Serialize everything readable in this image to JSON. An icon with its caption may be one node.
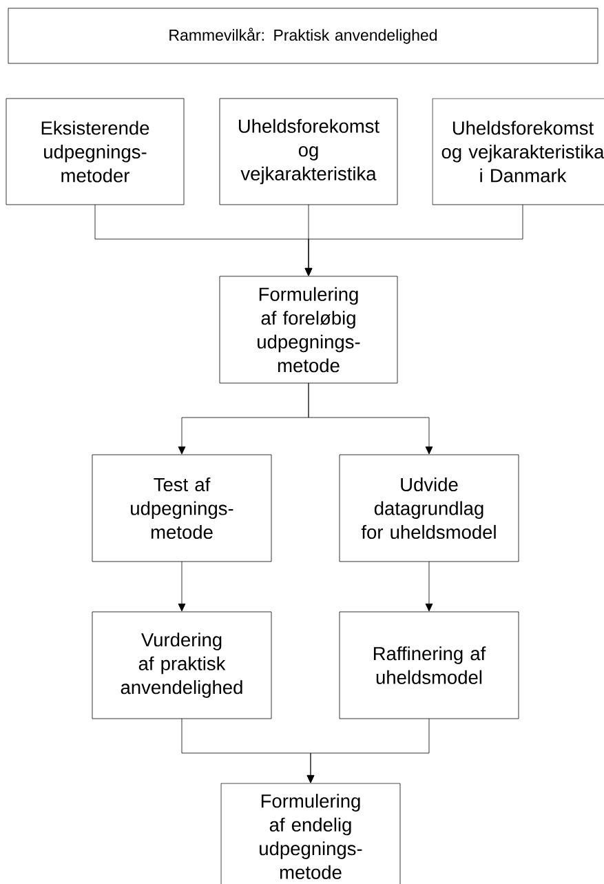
{
  "diagram": {
    "nodes": [
      {
        "text": [
          "Rammevilkår: Praktisk anvendelighed"
        ]
      },
      {
        "text": [
          "Eksisterende udpegnings-metoder"
        ]
      },
      {
        "text": [
          "Uheldsforekomst og vejkarakteristika"
        ]
      },
      {
        "text": [
          "Uheldsforekomst og vejkarakteristika i Danmark"
        ]
      },
      {
        "text": [
          "Formulering af foreløbig udpegnings-metode"
        ]
      },
      {
        "text": [
          "Test af udpegnings-metode"
        ]
      },
      {
        "text": [
          "Udvide datagrundlag for uheldsmodel"
        ]
      },
      {
        "text": [
          "Vurdering af praktisk anvendelighed"
        ]
      },
      {
        "text": [
          "Raffinering af uheldsmodel"
        ]
      },
      {
        "text": [
          "Formulering af endelig udpegnings-metode"
        ]
      }
    ],
    "edges": [
      {
        "from": 1,
        "to": 4,
        "arrow": "to"
      },
      {
        "from": 2,
        "to": 4,
        "arrow": "to"
      },
      {
        "from": 3,
        "to": 4,
        "arrow": "to"
      },
      {
        "from": 4,
        "to": 5,
        "arrow": "to"
      },
      {
        "from": 4,
        "to": 6,
        "arrow": "to"
      },
      {
        "from": 5,
        "to": 7,
        "arrow": "to"
      },
      {
        "from": 6,
        "to": 8,
        "arrow": "to"
      },
      {
        "from": 7,
        "to": 9,
        "arrow": "to"
      },
      {
        "from": 8,
        "to": 9,
        "arrow": "to"
      }
    ]
  }
}
